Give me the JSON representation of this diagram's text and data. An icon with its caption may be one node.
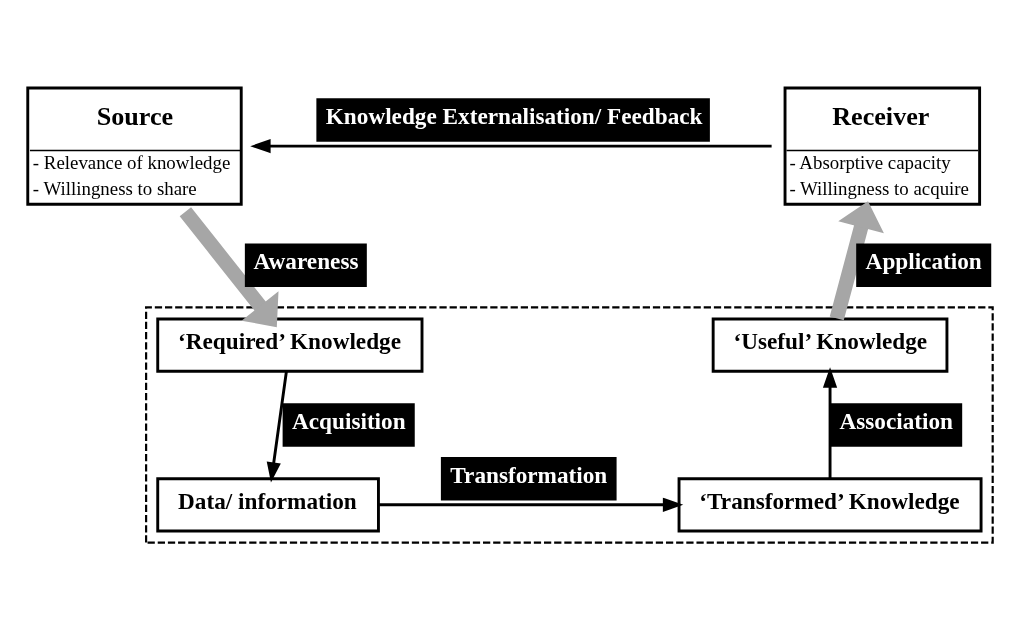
{
  "diagram": {
    "nodes": [
      {
        "text": [
          "Source",
          "- Relevance of knowledge",
          "- Willingness to share"
        ]
      },
      {
        "text": [
          "Receiver",
          "- Absorptive capacity",
          "- Willingness to acquire"
        ]
      },
      {
        "text": [],
        "shape": "box"
      },
      {
        "text": [
          "‘Required’ Knowledge"
        ],
        "in": 2
      },
      {
        "text": [
          "Data/ information"
        ],
        "in": 2
      },
      {
        "text": [
          "‘Transformed’ Knowledge"
        ],
        "in": 2
      },
      {
        "text": [
          "‘Useful’ Knowledge"
        ],
        "in": 2
      }
    ],
    "edges": [
      {
        "from": 1,
        "to": 0,
        "arrow": "to",
        "label": "Knowledge Externalisation/ Feedback"
      },
      {
        "from": 0,
        "to": 3,
        "arrow": "to",
        "label": "Awareness",
        "style": "thick",
        "color": "#a6a6a6"
      },
      {
        "from": 3,
        "to": 4,
        "arrow": "to",
        "label": "Acquisition"
      },
      {
        "from": 4,
        "to": 5,
        "arrow": "to",
        "label": "Transformation"
      },
      {
        "from": 5,
        "to": 6,
        "arrow": "to",
        "label": "Association"
      },
      {
        "from": 6,
        "to": 1,
        "arrow": "to",
        "label": "Application",
        "style": "thick",
        "color": "#a6a6a6"
      }
    ]
  }
}
